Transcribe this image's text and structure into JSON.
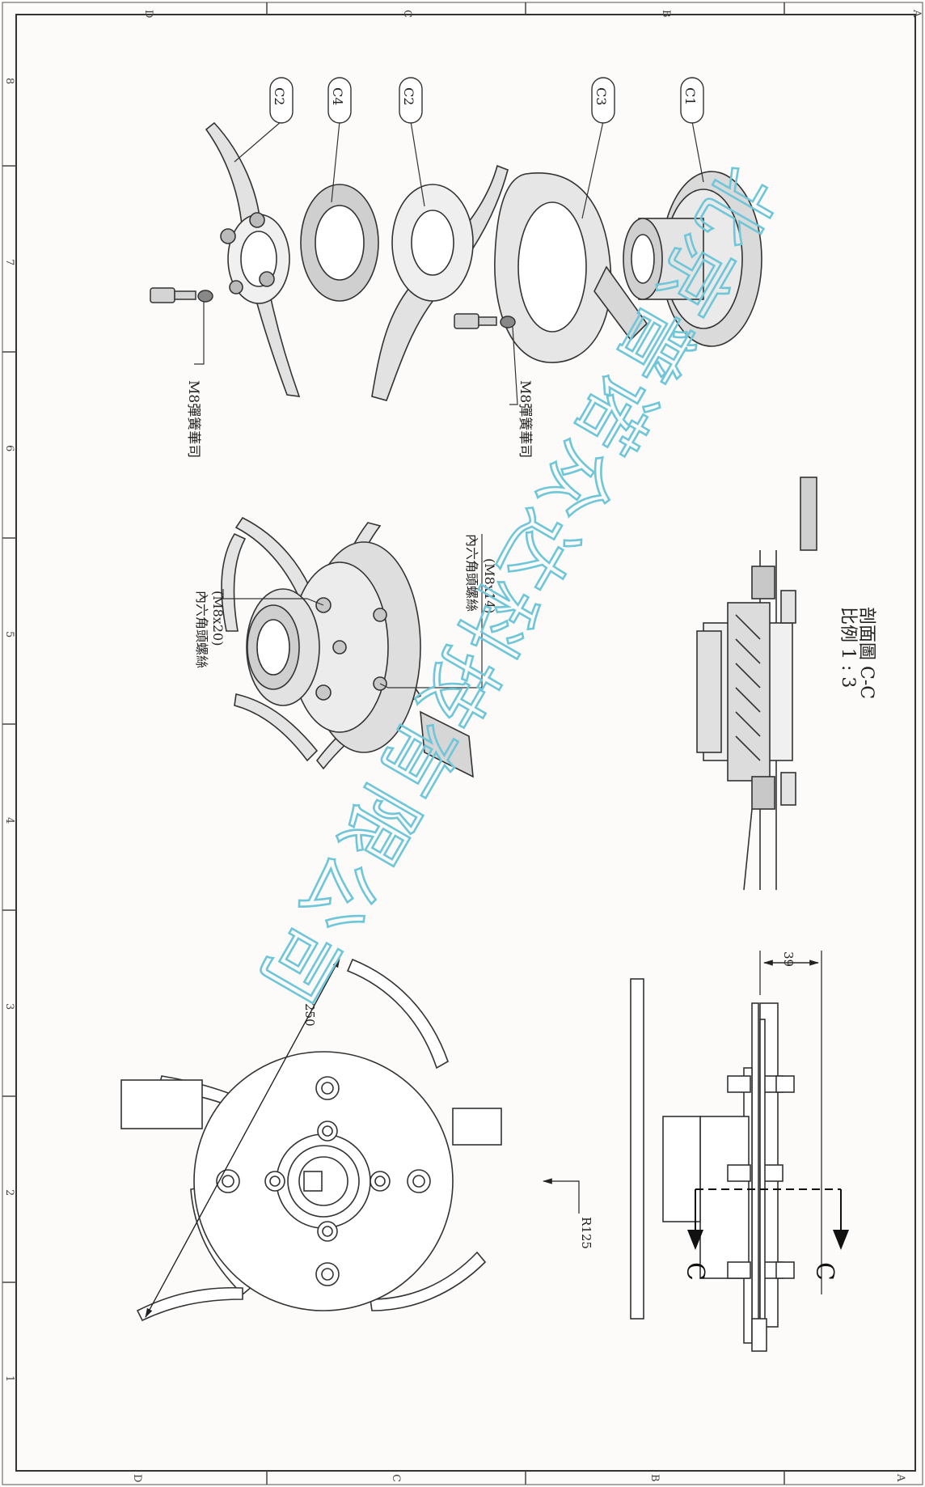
{
  "border": {
    "top_zones": [
      "D",
      "C",
      "B",
      "A"
    ],
    "bottom_zones": [
      "D",
      "C",
      "B",
      "A"
    ],
    "left_numbers": [
      "8",
      "7",
      "6",
      "5",
      "4",
      "3",
      "2",
      "1"
    ]
  },
  "callouts": {
    "c2_top": "C2",
    "c4": "C4",
    "c2_mid": "C2",
    "c3": "C3",
    "c1": "C1"
  },
  "labels": {
    "washer_left": "M8彈簧華司",
    "washer_right": "M8彈簧華司",
    "bolt_m8x20_name": "內六角頭螺絲",
    "bolt_m8x20_size": "(M8x20)",
    "bolt_m8x14_name": "內六角頭螺絲",
    "bolt_m8x14_size": "(M8x14)"
  },
  "dimensions": {
    "diameter": "250",
    "radius": "R125",
    "height": "39"
  },
  "section": {
    "cut_letter_left": "C",
    "cut_letter_right": "C",
    "title": "剖面圖 C-C",
    "scale": "比例 1 : 3"
  },
  "watermark": {
    "text": "北京普诺众达科技有限公司",
    "color": "#6fc6d8"
  }
}
